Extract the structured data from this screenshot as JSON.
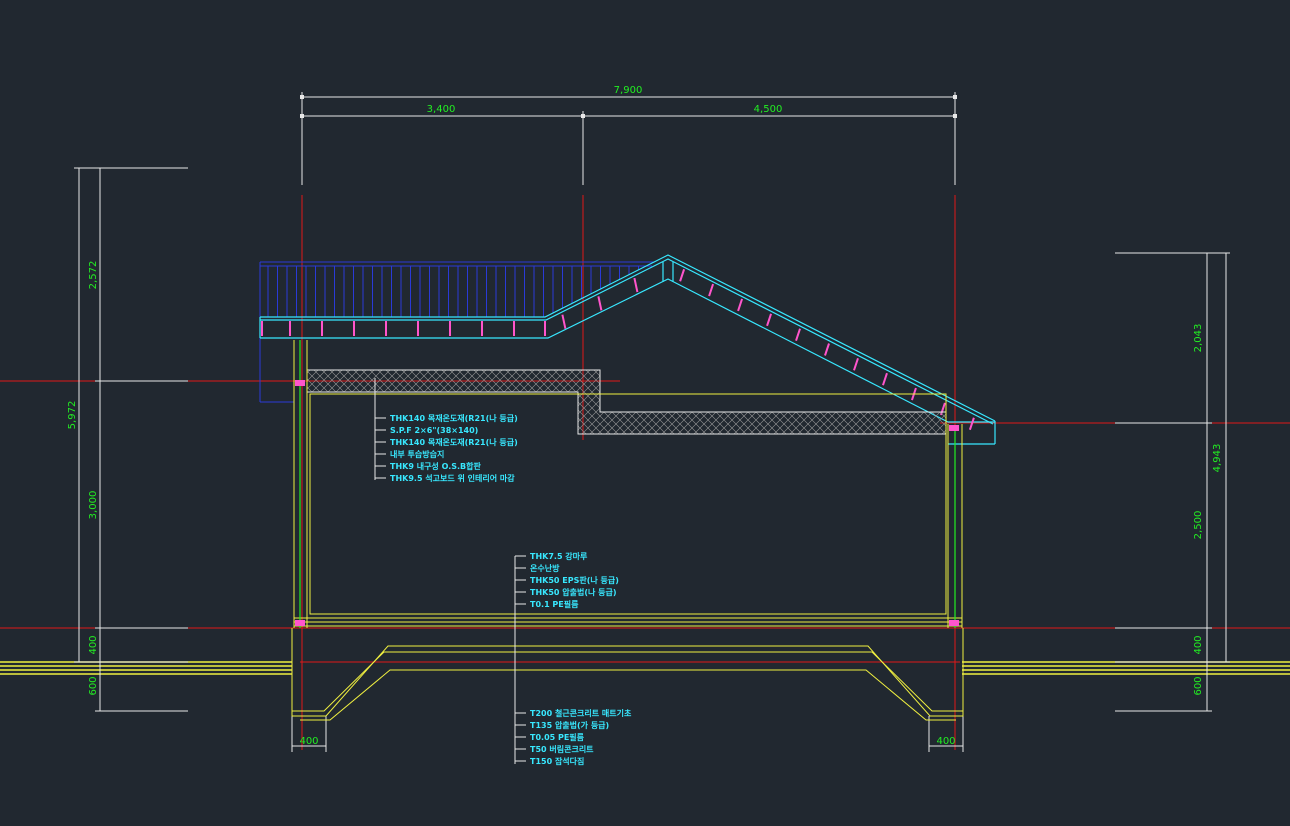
{
  "colors": {
    "background": "#212830",
    "dimension_text": "#22ee22",
    "dimension_line": "#e8e8e8",
    "grid_line": "#e01818",
    "roof_outline": "#38e8ff",
    "rafter": "#ff55cc",
    "wall_line": "#f0f040",
    "insulation": "#a8a8a8",
    "ground_line": "#f0f040",
    "note_text": "#38e8ff"
  },
  "dimensions": {
    "top_overall": "7,900",
    "top_left": "3,400",
    "top_right": "4,500",
    "left_upper": "2,572",
    "left_total": "5,972",
    "left_wall": "3,000",
    "left_slab": "400",
    "left_footing": "600",
    "right_roof": "2,043",
    "right_total": "4,943",
    "right_wall": "2,500",
    "right_slab": "400",
    "right_footing": "600",
    "footing_left": "400",
    "footing_right": "400"
  },
  "notes": {
    "wall": [
      "THK140 목재온도재(R21(나 등급)",
      "S.P.F 2×6\"(38×140)",
      "THK140 목재온도재(R21(나 등급)",
      "내부 투습방습지",
      "THK9 내구성 O.S.B합판",
      "THK9.5 석고보드 위 인테리어 마감"
    ],
    "floor": [
      "THK7.5 강마루",
      "온수난방",
      "THK50 EPS판(나 등급)",
      "THK50 압출법(나 등급)",
      "T0.1 PE필름"
    ],
    "foundation": [
      "T200 철근콘크리트 매트기초",
      "T135 압출법(가 등급)",
      "T0.05 PE필름",
      "T50 버림콘크리트",
      "T150 잡석다짐"
    ]
  }
}
